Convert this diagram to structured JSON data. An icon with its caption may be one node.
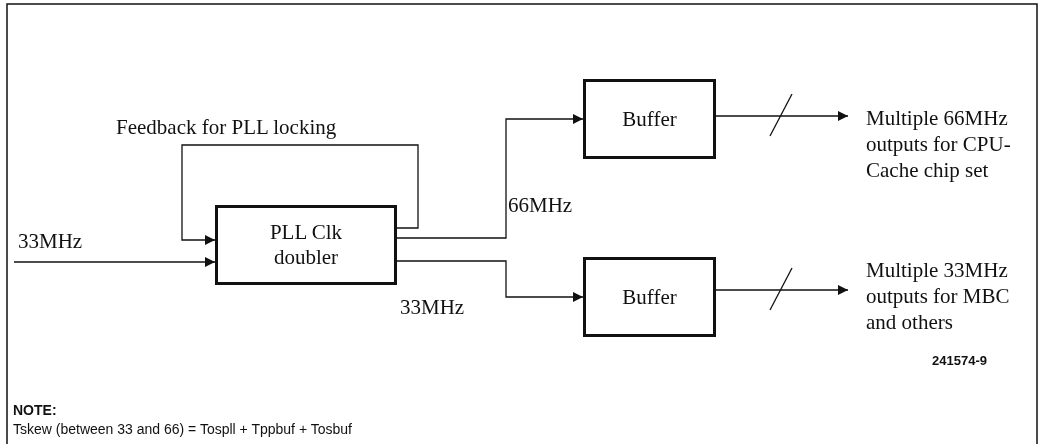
{
  "diagram": {
    "nodes": [
      {
        "text": [
          "PLL Clk doubler"
        ]
      },
      {
        "text": [
          "Buffer"
        ]
      },
      {
        "text": [
          "Buffer"
        ]
      },
      {
        "text": [
          "Multiple 66MHz outputs for CPU-Cache chip set"
        ]
      },
      {
        "text": [
          "Multiple 33MHz outputs for MBC and others"
        ]
      }
    ],
    "edges": [
      {
        "from": null,
        "to": 0,
        "arrow": "to",
        "label": "33MHz"
      },
      {
        "from": 0,
        "to": 0,
        "arrow": "to",
        "label": "Feedback for PLL locking"
      },
      {
        "from": 0,
        "to": 1,
        "arrow": "to",
        "label": "66MHz"
      },
      {
        "from": 0,
        "to": 2,
        "arrow": "to",
        "label": "33MHz"
      },
      {
        "from": 1,
        "to": 3,
        "arrow": "to"
      },
      {
        "from": 2,
        "to": 4,
        "arrow": "to"
      }
    ],
    "labels": [
      "241574-9",
      "NOTE:",
      "Tskew (between 33 and 66) = Tospll + Tppbuf + Tosbuf"
    ]
  }
}
